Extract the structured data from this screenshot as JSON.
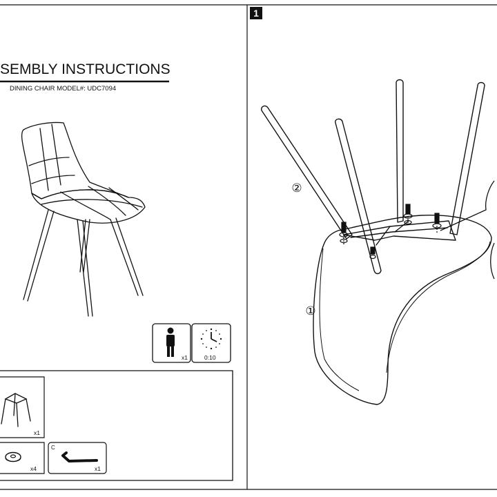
{
  "header": {
    "title": "SEMBLY INSTRUCTIONS",
    "subtitle": "DINING CHAIR  MODEL#: UDC7094"
  },
  "badges": {
    "persons_count": "x1",
    "time": "0:10"
  },
  "parts": {
    "legs_count": "x1",
    "washer_count": "x4",
    "wrench_letter": "C",
    "wrench_count": "x1"
  },
  "step": {
    "number": "1",
    "seat_label": "①",
    "legs_label": "②"
  }
}
